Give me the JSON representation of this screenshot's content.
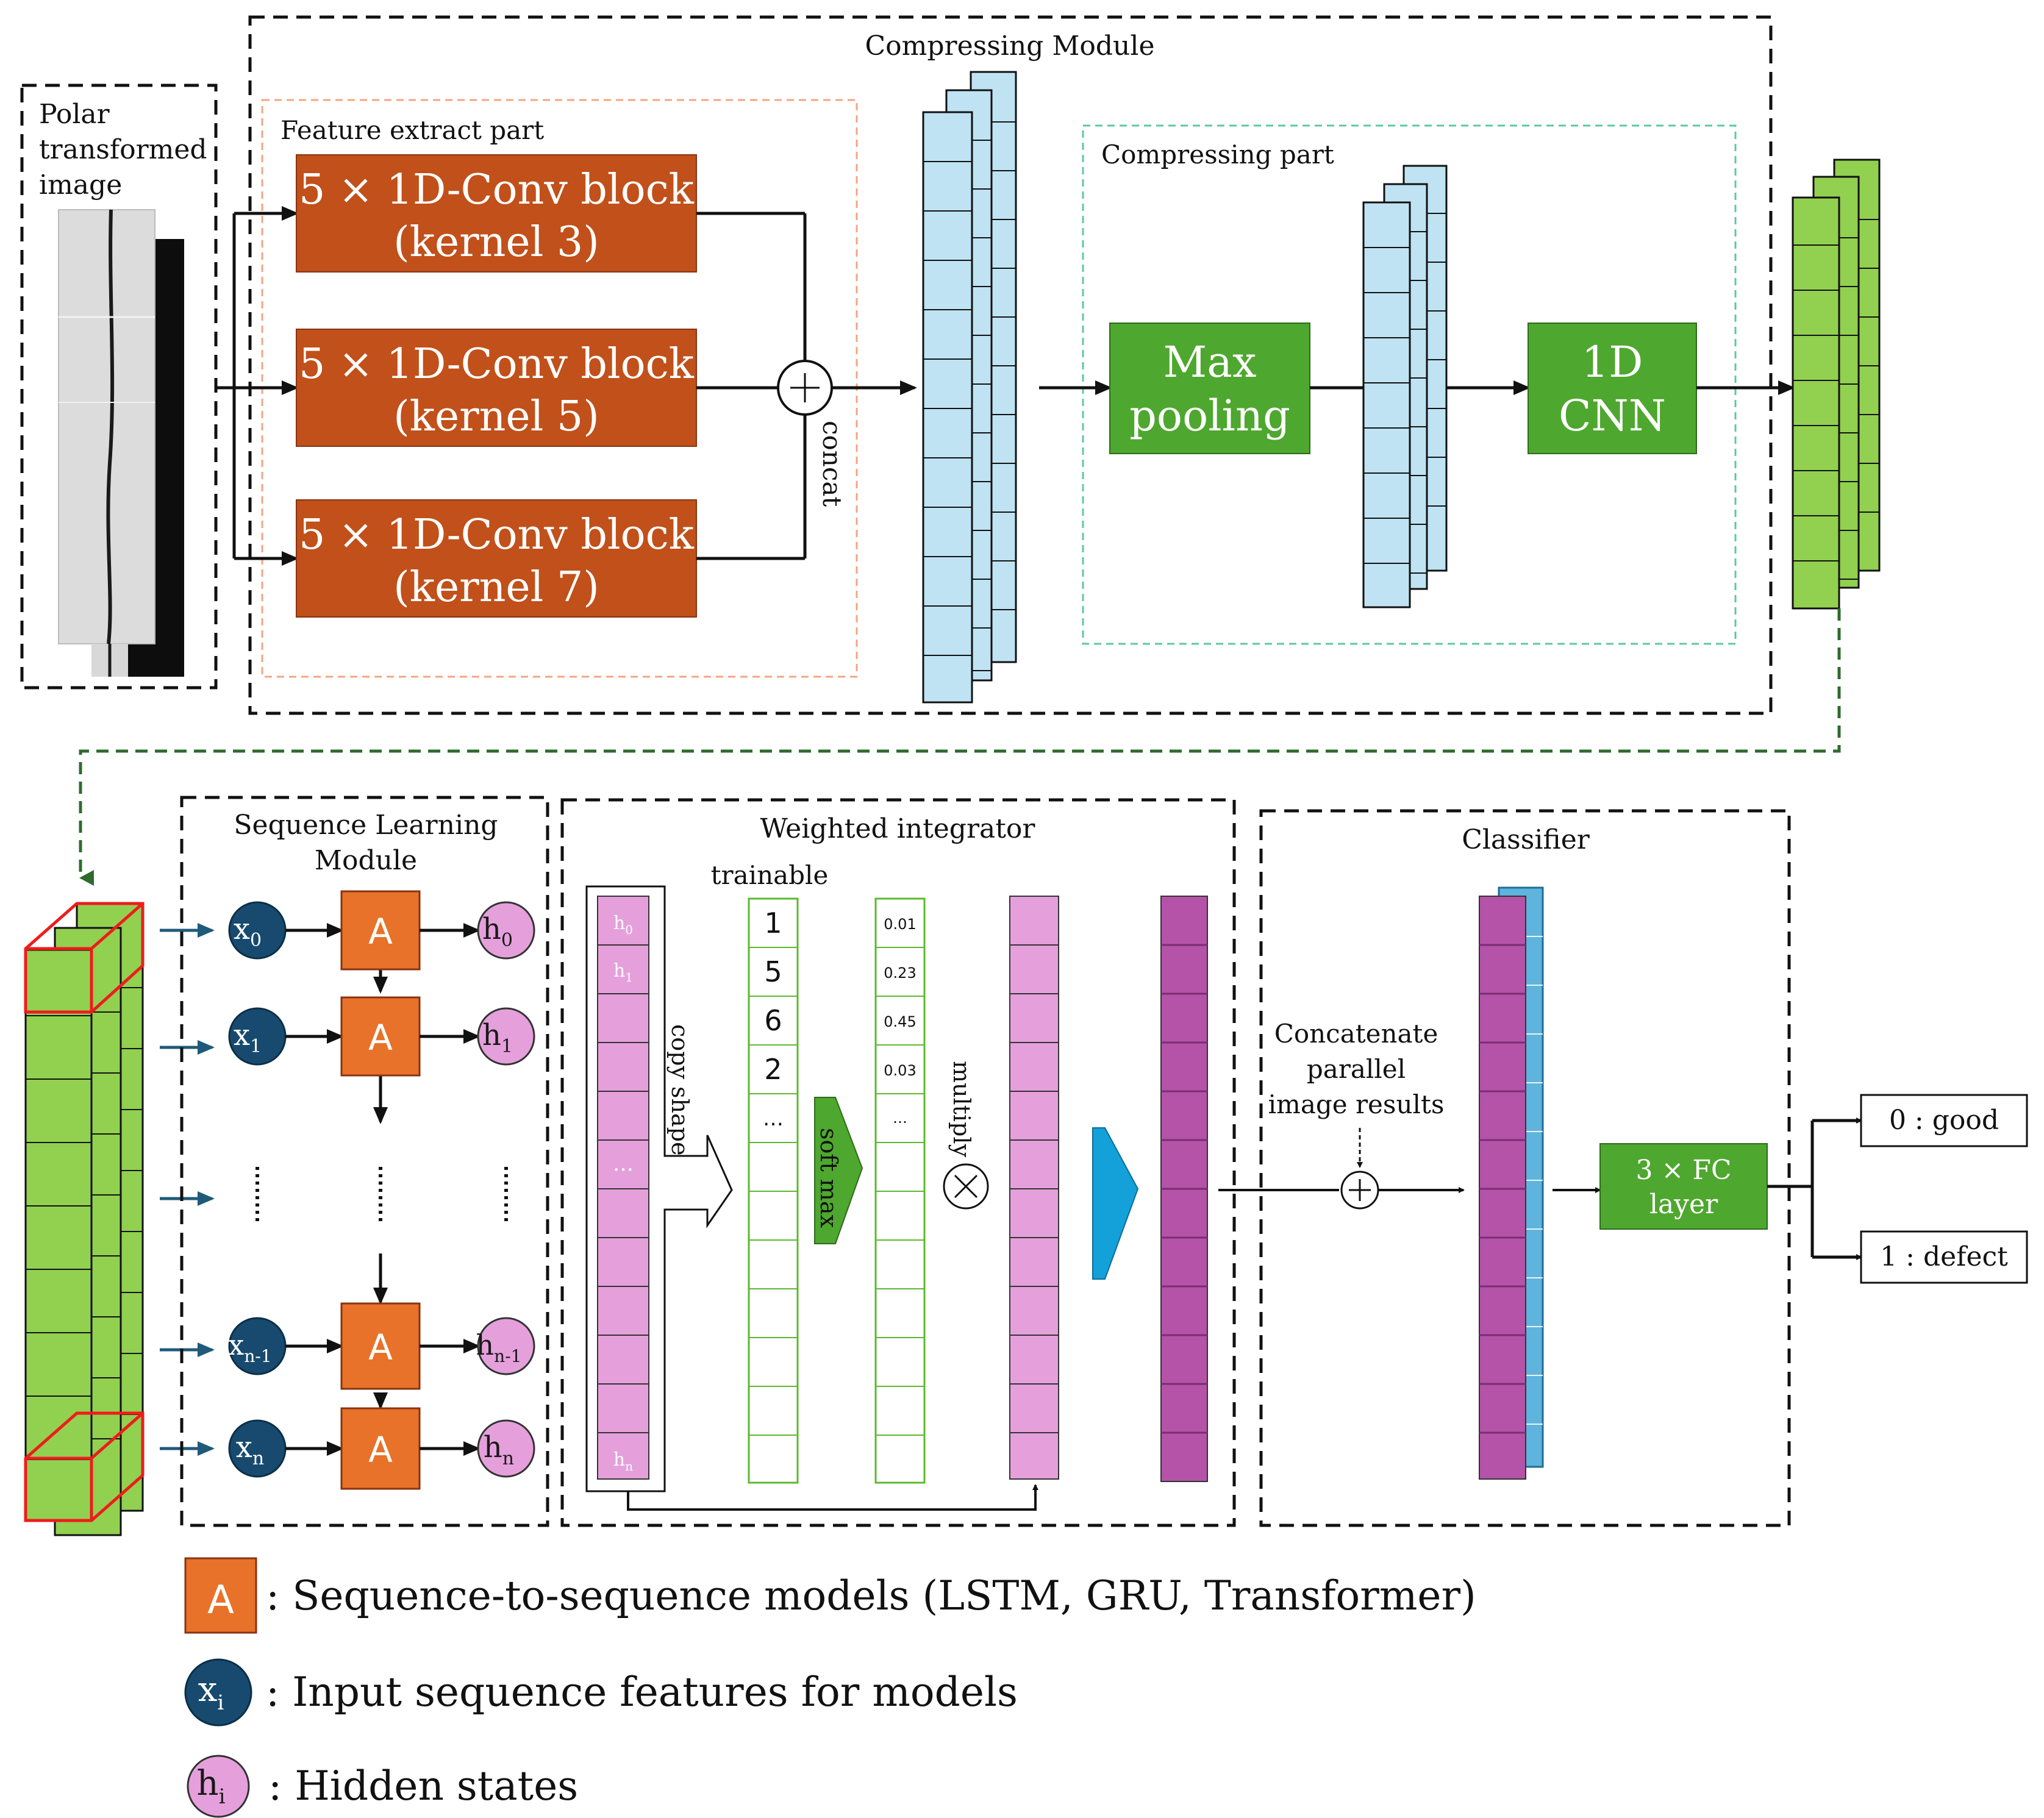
{
  "colors": {
    "conv_block": "#c1501a",
    "green_block": "#4ea72e",
    "light_blue_cell": "#bfe3f3",
    "light_green_cell": "#92d050",
    "pink_cell": "#e5a0dc",
    "purple_cell": "#b453a8",
    "dark_teal_circle": "#174a6e",
    "orange_A": "#e87229",
    "red_highlight": "#ee1c1c",
    "arrow_teal": "#1f5a7a",
    "cyan_arrow": "#14a0d8",
    "dashed_green": "#2e6b2e",
    "feature_border": "#f4a582",
    "compress_border": "#5cc8a4"
  },
  "polar": {
    "label_lines": [
      "Polar",
      "transformed",
      "image"
    ]
  },
  "compressing_module": {
    "title": "Compressing Module",
    "feature_extract_title": "Feature extract part",
    "conv_blocks": [
      {
        "line1": "5 × 1D-Conv block",
        "line2": "(kernel 3)"
      },
      {
        "line1": "5 × 1D-Conv block",
        "line2": "(kernel 5)"
      },
      {
        "line1": "5 × 1D-Conv block",
        "line2": "(kernel 7)"
      }
    ],
    "concat_label": "concat",
    "compressing_part_title": "Compressing part",
    "max_pooling_lines": [
      "Max",
      "pooling"
    ],
    "cnn_lines": [
      "1D",
      "CNN"
    ]
  },
  "sequence_module": {
    "title_lines": [
      "Sequence Learning",
      "Module"
    ],
    "block_label": "A",
    "rows": [
      {
        "x_base": "x",
        "x_sub": "0",
        "h_base": "h",
        "h_sub": "0"
      },
      {
        "x_base": "x",
        "x_sub": "1",
        "h_base": "h",
        "h_sub": "1"
      },
      {
        "x_base": "x",
        "x_sub": "n-1",
        "h_base": "h",
        "h_sub": "n-1"
      },
      {
        "x_base": "x",
        "x_sub": "n",
        "h_base": "h",
        "h_sub": "n"
      }
    ]
  },
  "weighted_integrator": {
    "title": "Weighted integrator",
    "trainable_label": "trainable",
    "hidden_cells": [
      {
        "base": "h",
        "sub": "0"
      },
      {
        "base": "h",
        "sub": "1"
      },
      {
        "base": "…",
        "sub": ""
      },
      {
        "base": "h",
        "sub": "n"
      }
    ],
    "copy_shape_label": "copy shape",
    "trainable_values": [
      "1",
      "5",
      "6",
      "2",
      "…"
    ],
    "softmax_label": "soft max",
    "softmax_values": [
      "0.01",
      "0.23",
      "0.45",
      "0.03",
      "…"
    ],
    "multiply_label": "multiply"
  },
  "classifier": {
    "title": "Classifier",
    "concat_lines": [
      "Concatenate",
      "parallel",
      "image results"
    ],
    "fc_lines": [
      "3 × FC",
      "layer"
    ],
    "outputs": [
      "0 : good",
      "1 : defect"
    ]
  },
  "legend": {
    "a_symbol": "A",
    "a_text": ": Sequence-to-sequence models (LSTM, GRU, Transformer)",
    "x_base": "x",
    "x_sub": "i",
    "x_text": ": Input sequence features for models",
    "h_base": "h",
    "h_sub": "i",
    "h_text": ": Hidden states"
  }
}
